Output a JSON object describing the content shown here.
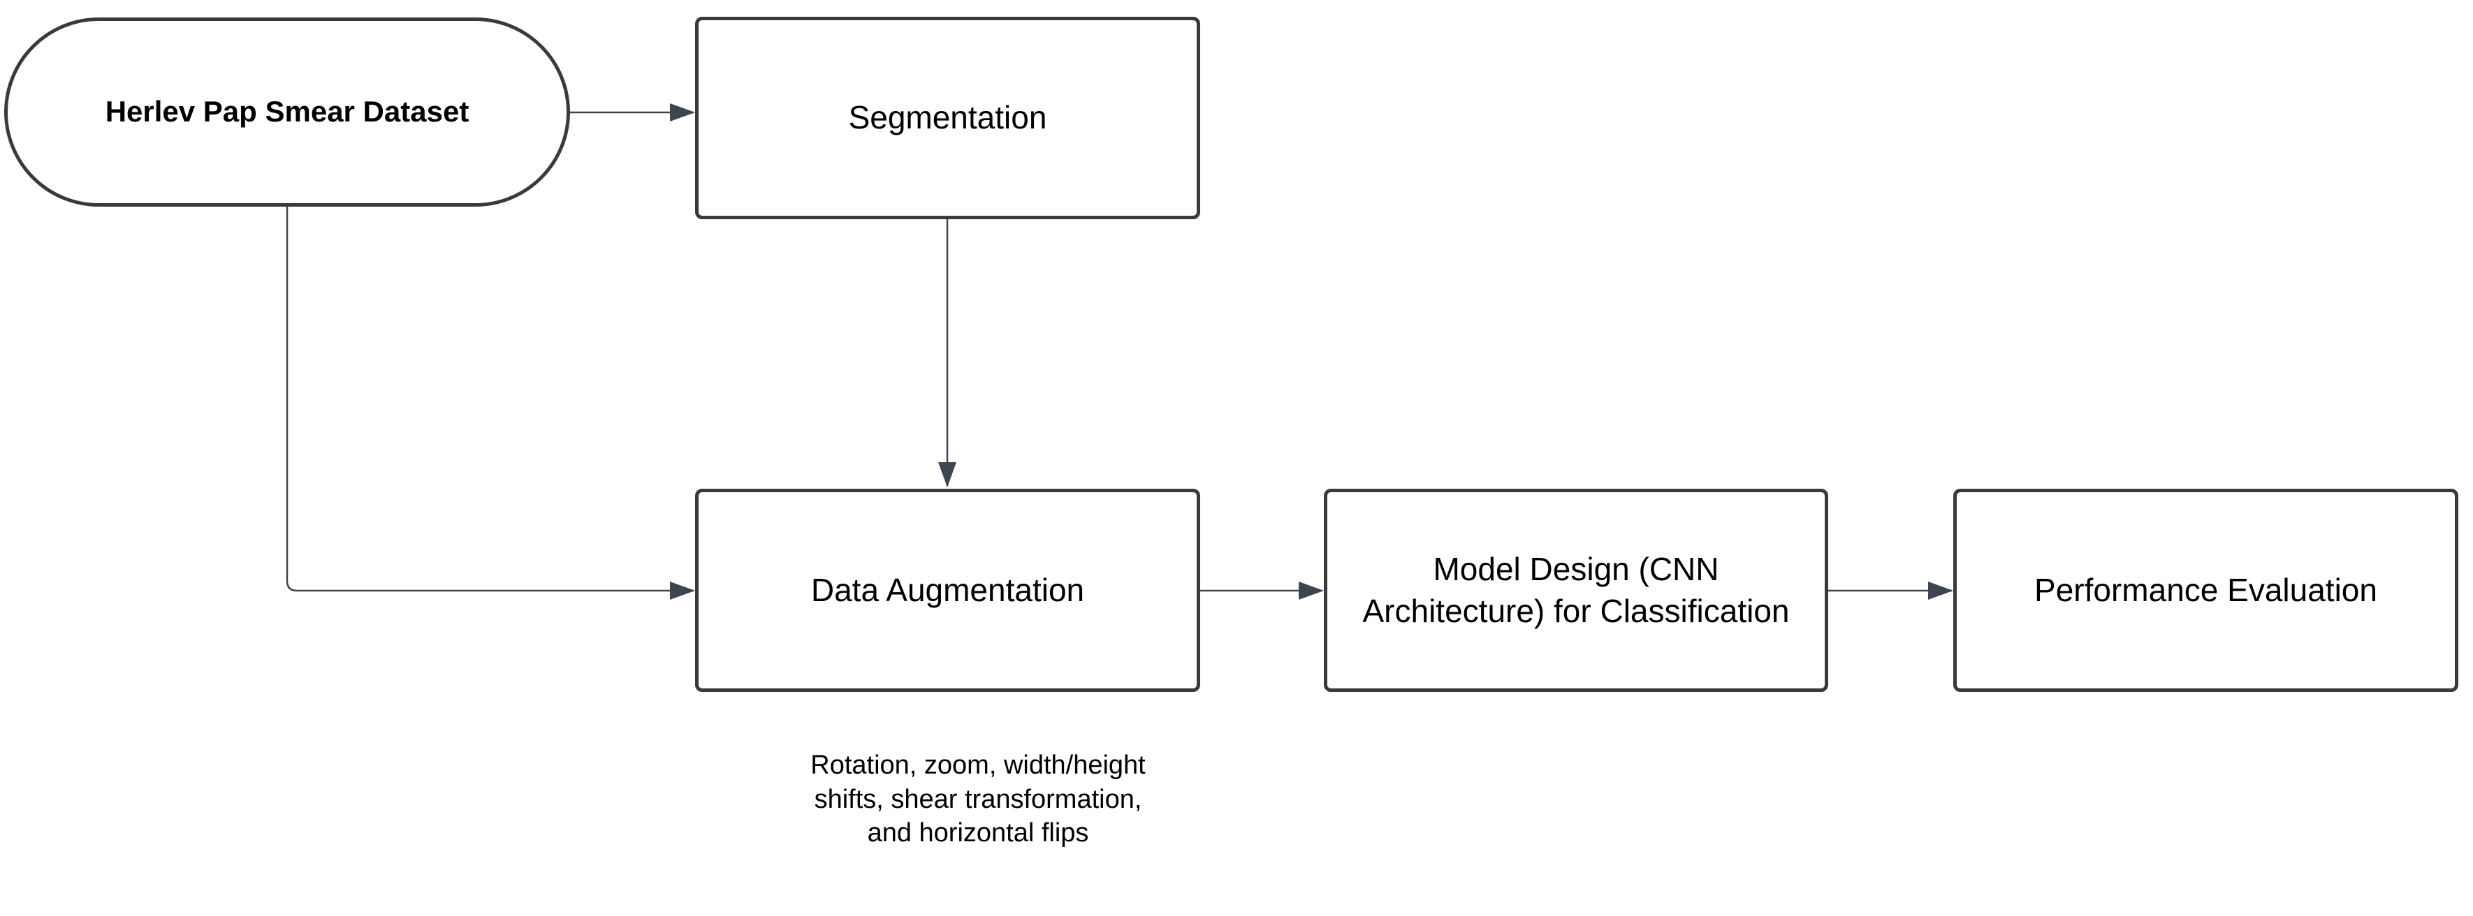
{
  "nodes": {
    "dataset": {
      "label": "Herlev Pap Smear Dataset"
    },
    "segmentation": {
      "label": "Segmentation"
    },
    "augmentation": {
      "label": "Data Augmentation"
    },
    "model": {
      "label": "Model Design (CNN Architecture) for Classification"
    },
    "evaluation": {
      "label": "Performance Evaluation"
    }
  },
  "annotations": {
    "augmentation_details": "Rotation, zoom, width/height shifts, shear transformation, and horizontal flips"
  },
  "colors": {
    "border": "#3a3a3d",
    "connector": "#3f4452",
    "background": "#ffffff"
  }
}
